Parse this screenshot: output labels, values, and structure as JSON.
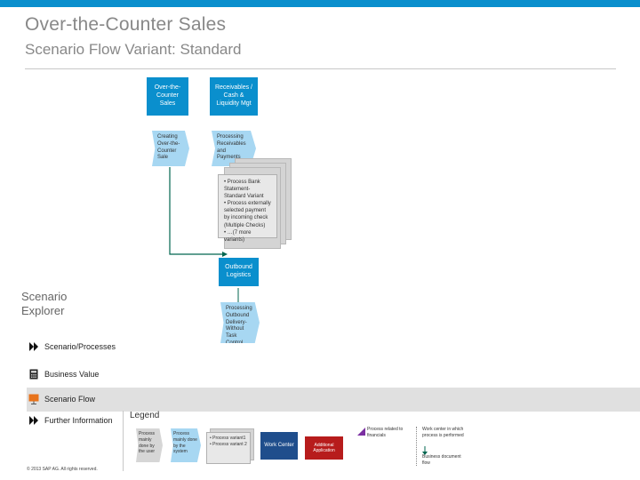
{
  "header": {
    "title": "Over-the-Counter Sales",
    "subtitle": "Scenario Flow Variant: Standard"
  },
  "lanes": [
    {
      "label": "Over-the-Counter Sales"
    },
    {
      "label": "Receivables / Cash & Liquidity Mgt"
    }
  ],
  "steps": {
    "create_sale": "Creating Over-the-Counter Sale",
    "processing_receivables": "Processing Receivables and Payments",
    "outbound_logistics": "Outbound Logistics",
    "processing_outbound": "Processing Outbound Delivery-Without Task Control"
  },
  "sub_list": [
    "• Process Bank Statement-Standard Variant",
    "• Process externally selected payment by incoming check (Multiple Checks)",
    "• …(7 more variants)"
  ],
  "explorer": {
    "title_line1": "Scenario",
    "title_line2": "Explorer"
  },
  "nav": {
    "scenario_processes": "Scenario/Processes",
    "business_value": "Business Value",
    "scenario_flow": "Scenario Flow",
    "further_information": "Further Information"
  },
  "legend": {
    "title": "Legend",
    "step_user": "Process mainly done by the user",
    "step_system": "Process mainly done by the system",
    "variant_list": [
      "• Process variant1",
      "• Process variant 2"
    ],
    "work_center": "Work Center",
    "additional_application": "Additional Application",
    "process_related": "Process related to financials",
    "work_center_note": "Work center in which process is performed",
    "business_flow": "Business document flow"
  },
  "footer": {
    "copyright": "© 2013 SAP AG. All rights reserved."
  },
  "colors": {
    "accent_blue": "#0a8fcd",
    "step_light_blue": "#a7d7f2",
    "financial_marker": "#7b2fa1",
    "work_center_blue": "#1f4e8c",
    "additional_app_red": "#b71c1c",
    "connector_green": "#00664f"
  },
  "icons": {
    "scenario_processes": "double-chevron-right-icon",
    "business_value": "calculator-icon",
    "scenario_flow": "presentation-board-icon"
  }
}
